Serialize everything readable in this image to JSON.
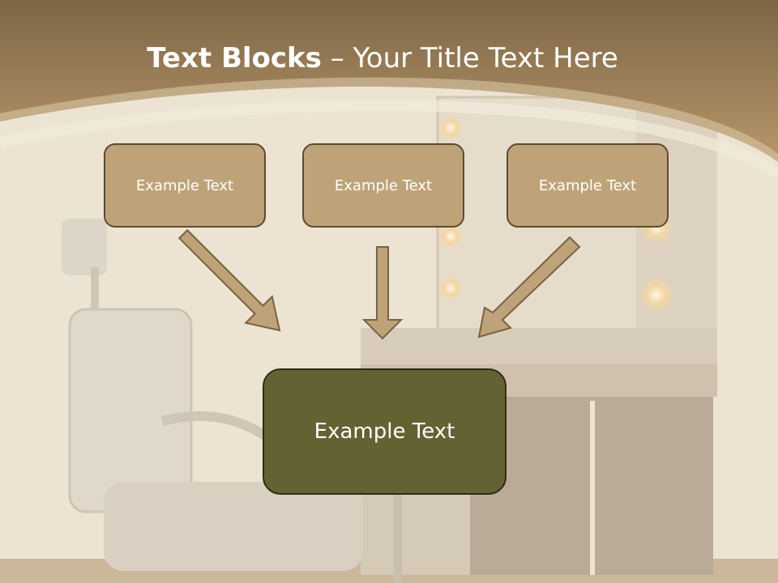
{
  "title": {
    "bold": "Text Blocks",
    "separator": " – ",
    "rest": "Your Title Text Here"
  },
  "blocks": [
    {
      "label": "Example Text"
    },
    {
      "label": "Example Text"
    },
    {
      "label": "Example Text"
    }
  ],
  "target": {
    "label": "Example Text"
  },
  "colors": {
    "header": "#9a7a4c",
    "block_fill": "#bfa378",
    "block_border": "#5e4a2e",
    "target_fill": "#646232",
    "arrow_fill": "#bfa378",
    "background": "#ece3d3"
  }
}
